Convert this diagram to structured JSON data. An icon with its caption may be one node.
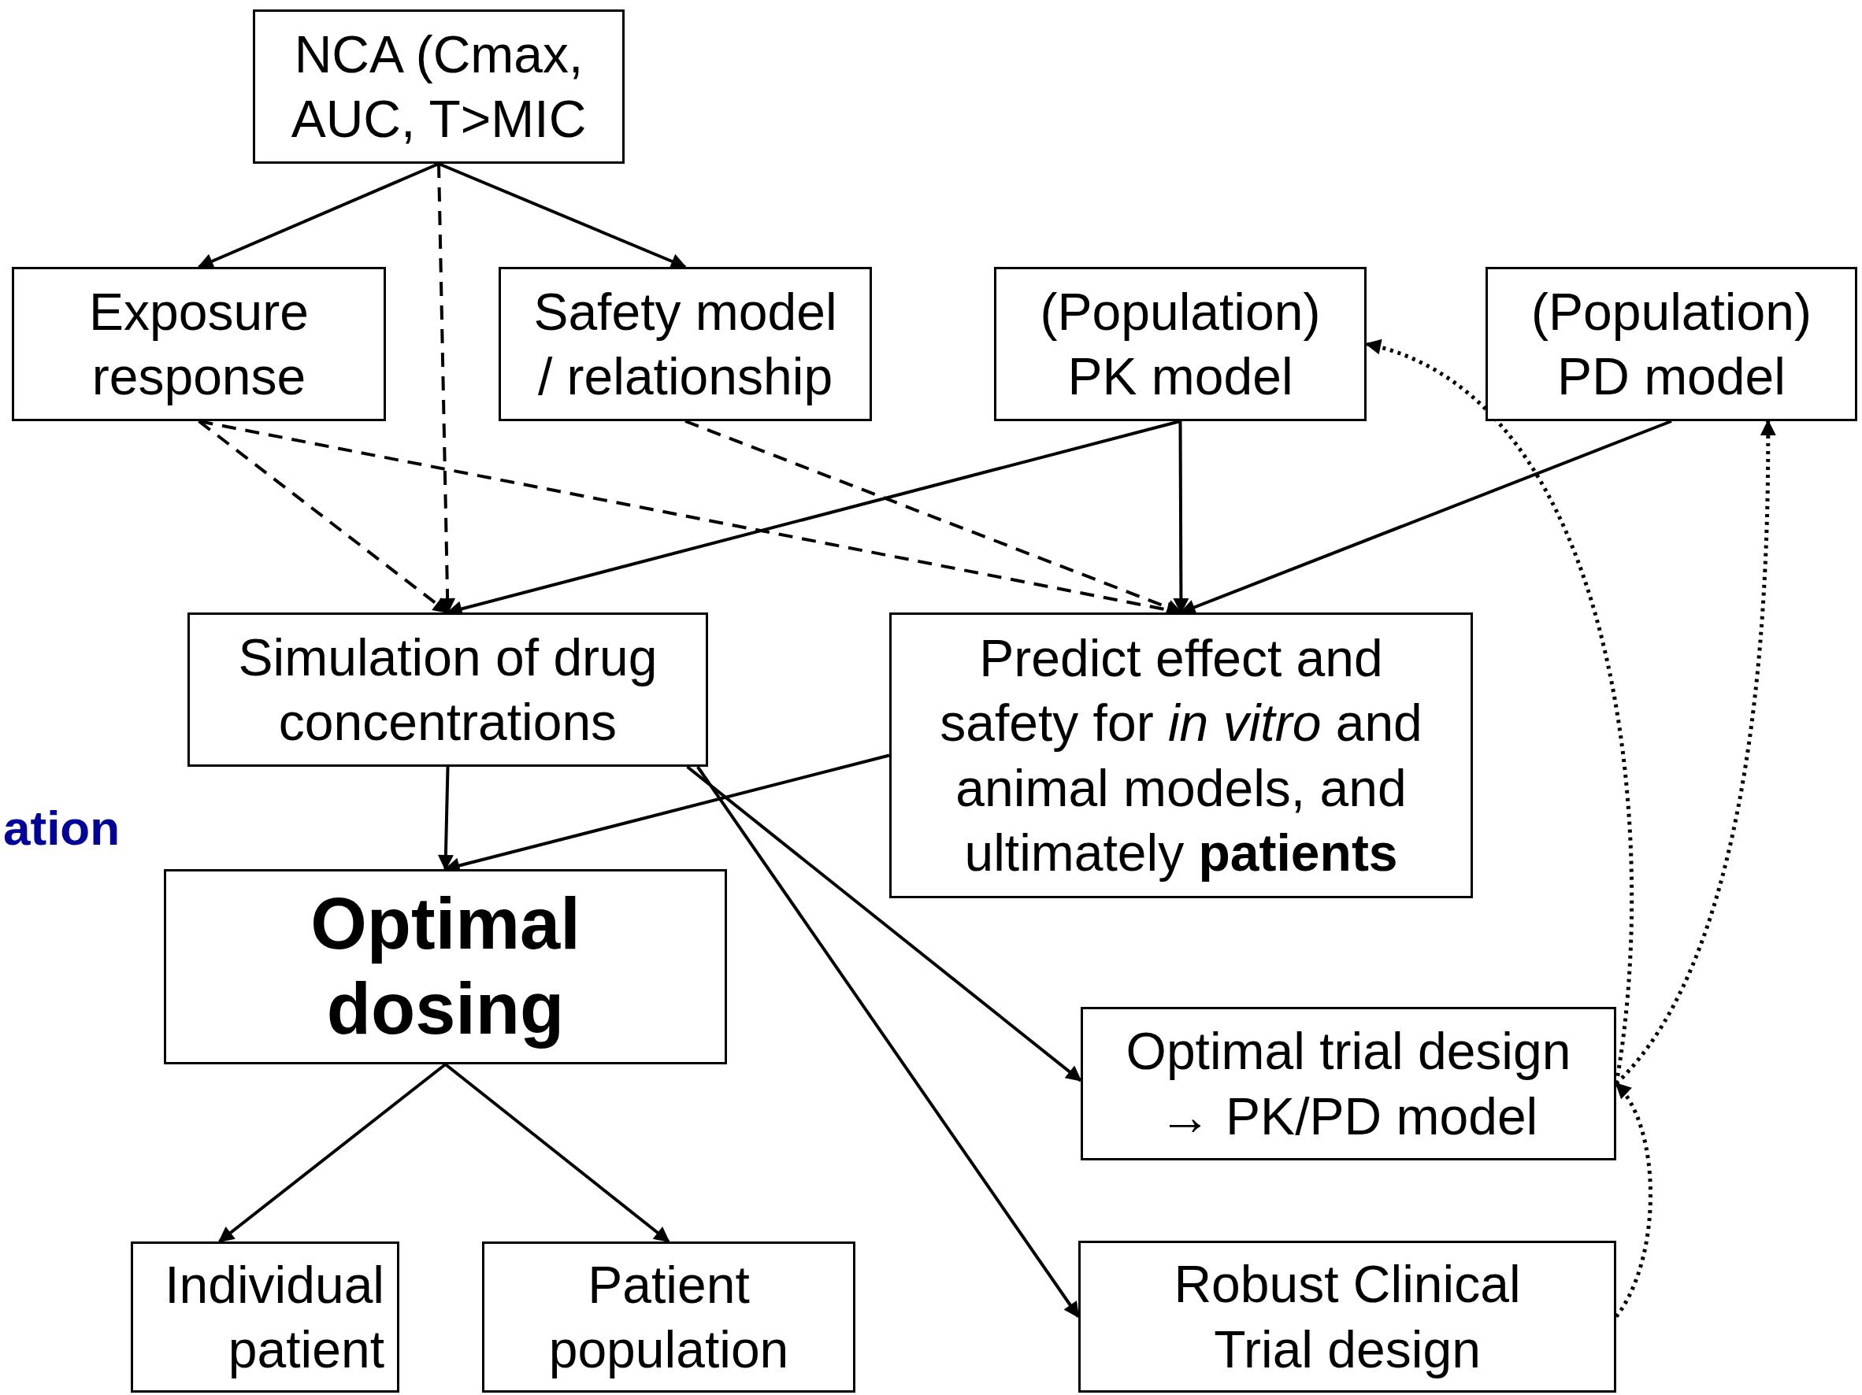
{
  "diagram": {
    "nodes": [
      {
        "text": [
          "NCA (Cmax, AUC, T>MIC"
        ]
      },
      {
        "text": [
          "Exposure response"
        ]
      },
      {
        "text": [
          "Safety model / relationship"
        ]
      },
      {
        "text": [
          "(Population) PK model"
        ]
      },
      {
        "text": [
          "(Population) PD model"
        ]
      },
      {
        "text": [
          "Simulation of drug concentrations"
        ]
      },
      {
        "text": [
          "Predict effect and safety for *in vitro* and animal models, and ultimately **patients**"
        ]
      },
      {
        "text": [
          "Optimal dosing"
        ]
      },
      {
        "text": [
          "Optimal trial design → PK/PD model"
        ]
      },
      {
        "text": [
          "Individual patient"
        ]
      },
      {
        "text": [
          "Patient population"
        ]
      },
      {
        "text": [
          "Robust Clinical Trial design"
        ]
      }
    ],
    "edges": [
      {
        "from": 0,
        "to": 1,
        "arrow": "to"
      },
      {
        "from": 0,
        "to": 2,
        "arrow": "to"
      },
      {
        "from": 0,
        "to": 5,
        "arrow": "to",
        "style": "dashed"
      },
      {
        "from": 1,
        "to": 5,
        "arrow": "to",
        "style": "dashed"
      },
      {
        "from": 1,
        "to": 6,
        "arrow": "to",
        "style": "dashed"
      },
      {
        "from": 2,
        "to": 6,
        "arrow": "to",
        "style": "dashed"
      },
      {
        "from": 3,
        "to": 5,
        "arrow": "to"
      },
      {
        "from": 3,
        "to": 6,
        "arrow": "to"
      },
      {
        "from": 4,
        "to": 6,
        "arrow": "to"
      },
      {
        "from": 5,
        "to": 7,
        "arrow": "to"
      },
      {
        "from": 6,
        "to": 7,
        "arrow": "to"
      },
      {
        "from": 5,
        "to": 8,
        "arrow": "to"
      },
      {
        "from": 5,
        "to": 11,
        "arrow": "to"
      },
      {
        "from": 7,
        "to": 9,
        "arrow": "to"
      },
      {
        "from": 7,
        "to": 10,
        "arrow": "to"
      },
      {
        "from": 8,
        "to": 3,
        "arrow": "to",
        "style": "dashed"
      },
      {
        "from": 8,
        "to": 4,
        "arrow": "to",
        "style": "dashed"
      },
      {
        "from": 11,
        "to": 8,
        "arrow": "to",
        "style": "dashed"
      }
    ],
    "labels": [
      "ation"
    ]
  }
}
